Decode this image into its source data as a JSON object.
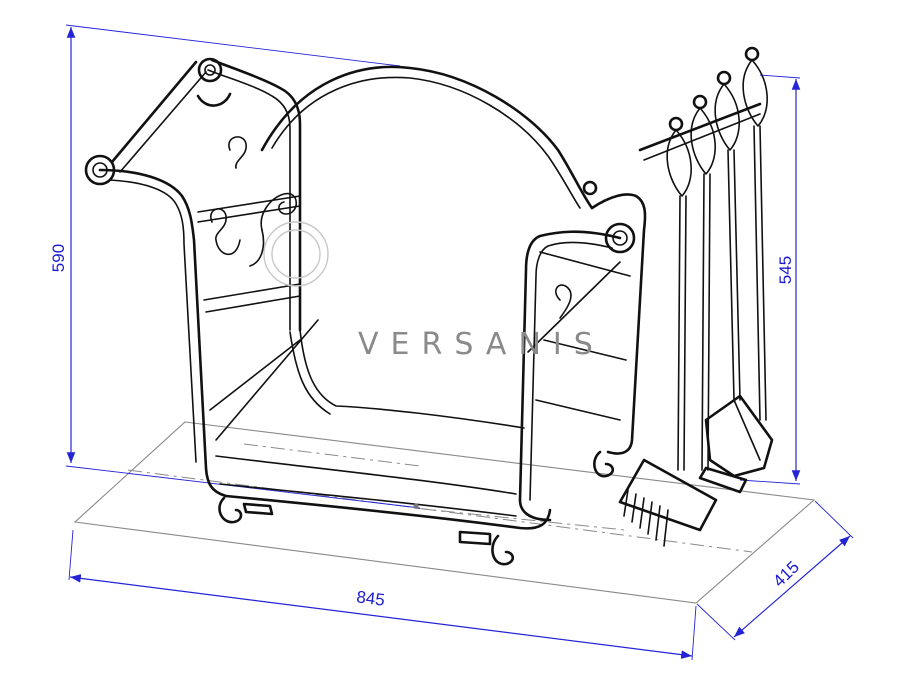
{
  "watermark": {
    "text": "VERSANIS"
  },
  "dimensions": {
    "height_left": "590",
    "height_right": "545",
    "width": "845",
    "depth": "415"
  },
  "colors": {
    "dimension": "#2424d6",
    "outline": "#111111",
    "floor": "#8a8a8a",
    "watermark": "#8a8a8a"
  }
}
